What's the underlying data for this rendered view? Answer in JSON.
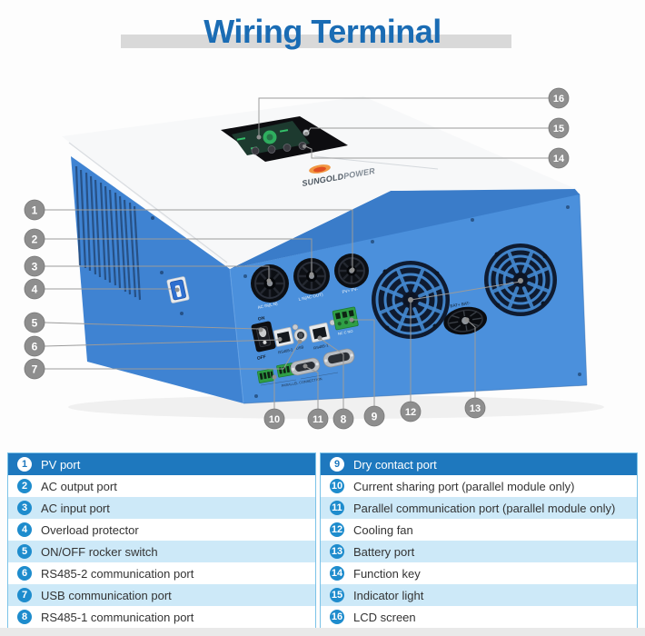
{
  "title": {
    "text": "Wiring Terminal"
  },
  "device": {
    "brand_part1": "SUNGOLD",
    "brand_part2": "POWER",
    "labels": {
      "gland_ac_in": "AC IN(L N)",
      "gland_ac_out": "L N(AC OUT)",
      "gland_pv": "PV+ PV-",
      "switch_on": "ON",
      "switch_off": "OFF",
      "rs485_2": "RS485-2",
      "usb": "USB",
      "rs485_1": "RS485-1",
      "dry_contact": "NC C NO",
      "parallel": "PARALLEL CONNECTION",
      "battery": "BAT+  BAT-"
    }
  },
  "callouts": [
    "1",
    "2",
    "3",
    "4",
    "5",
    "6",
    "7",
    "8",
    "9",
    "10",
    "11",
    "12",
    "13",
    "14",
    "15",
    "16"
  ],
  "colors": {
    "accent_blue": "#1a6cb4",
    "header_row": "#1e78be",
    "alt_row": "#cde9f8",
    "badge": "#1e8ccd",
    "body_front": "#4b90dc",
    "body_left": "#3f83d2",
    "callout_gray": "#8e8e8e"
  },
  "legend": {
    "left": [
      {
        "num": "1",
        "label": "PV port"
      },
      {
        "num": "2",
        "label": "AC output port"
      },
      {
        "num": "3",
        "label": "AC input port"
      },
      {
        "num": "4",
        "label": "Overload protector"
      },
      {
        "num": "5",
        "label": "ON/OFF rocker switch"
      },
      {
        "num": "6",
        "label": "RS485-2 communication port"
      },
      {
        "num": "7",
        "label": "USB communication port"
      },
      {
        "num": "8",
        "label": "RS485-1 communication port"
      }
    ],
    "right": [
      {
        "num": "9",
        "label": "Dry contact port"
      },
      {
        "num": "10",
        "label": "Current sharing port (parallel module only)"
      },
      {
        "num": "11",
        "label": "Parallel communication port (parallel module only)"
      },
      {
        "num": "12",
        "label": "Cooling fan"
      },
      {
        "num": "13",
        "label": "Battery port"
      },
      {
        "num": "14",
        "label": "Function key"
      },
      {
        "num": "15",
        "label": "Indicator light"
      },
      {
        "num": "16",
        "label": "LCD screen"
      }
    ]
  }
}
